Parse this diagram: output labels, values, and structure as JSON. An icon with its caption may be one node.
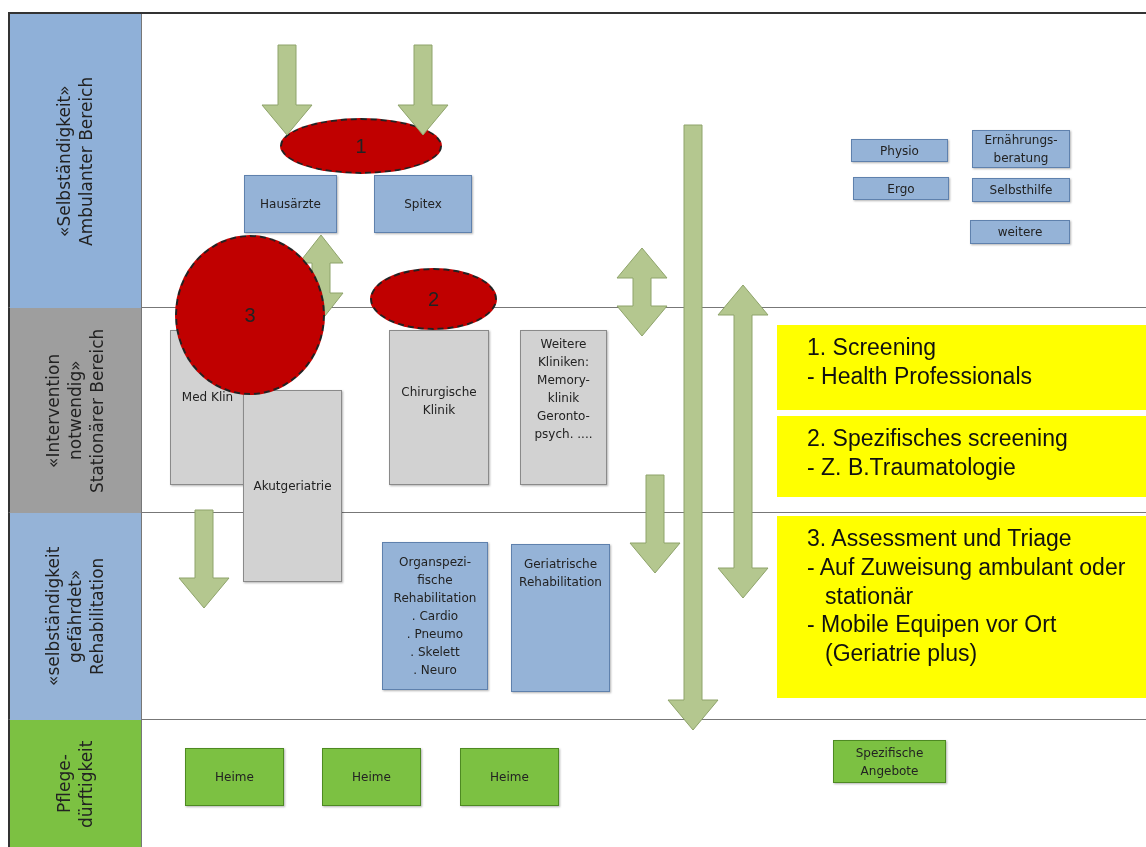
{
  "diagram": {
    "nodes": [
      {
        "text": [
          "«Selbständigkeit» Ambulanter Bereich"
        ]
      },
      {
        "text": [
          "Hausärzte"
        ],
        "in": 0
      },
      {
        "text": [
          "Spitex"
        ],
        "in": 0
      },
      {
        "text": [
          "1"
        ],
        "in": 0
      },
      {
        "text": [
          "Physio"
        ],
        "in": 0
      },
      {
        "text": [
          "Ernährungs- beratung"
        ],
        "in": 0
      },
      {
        "text": [
          "Ergo"
        ],
        "in": 0
      },
      {
        "text": [
          "Selbsthilfe"
        ],
        "in": 0
      },
      {
        "text": [
          "weitere"
        ],
        "in": 0
      },
      {
        "text": [
          "«Intervention notwendig» Stationärer Bereich"
        ]
      },
      {
        "text": [
          "3"
        ]
      },
      {
        "text": [
          "2"
        ]
      },
      {
        "text": [
          "Med Klin"
        ],
        "in": 9
      },
      {
        "text": [
          "Akutgeriatrie"
        ]
      },
      {
        "text": [
          "Chirurgische Klinik"
        ],
        "in": 9
      },
      {
        "text": [
          "Weitere Kliniken: Memory- klinik Geronto- psych. ...."
        ],
        "in": 9
      },
      {
        "text": [
          "1. Screening",
          "- Health Professionals"
        ],
        "in": 9
      },
      {
        "text": [
          "2. Spezifisches screening",
          "- Z. B.Traumatologie"
        ],
        "in": 9
      },
      {
        "text": [
          "«selbständigkeit gefährdet» Rehabilitation"
        ]
      },
      {
        "text": [
          "Organspezi- fische Rehabilitation",
          ". Cardio",
          ". Pneumo",
          ". Skelett",
          ". Neuro"
        ],
        "in": 18
      },
      {
        "text": [
          "Geriatrische Rehabilitation"
        ],
        "in": 18
      },
      {
        "text": [
          "3. Assessment und Triage",
          "- Auf Zuweisung ambulant oder stationär",
          "- Mobile Equipen vor Ort (Geriatrie plus)"
        ],
        "in": 18
      },
      {
        "text": [
          "Pflege- dürftigkeit"
        ]
      },
      {
        "text": [
          "Heime"
        ],
        "in": 22
      },
      {
        "text": [
          "Heime"
        ],
        "in": 22
      },
      {
        "text": [
          "Heime"
        ],
        "in": 22
      },
      {
        "text": [
          "Spezifische Angebote"
        ],
        "in": 22
      }
    ],
    "edges": [
      {
        "from": 1,
        "to": 11,
        "arrow": "both"
      }
    ]
  }
}
